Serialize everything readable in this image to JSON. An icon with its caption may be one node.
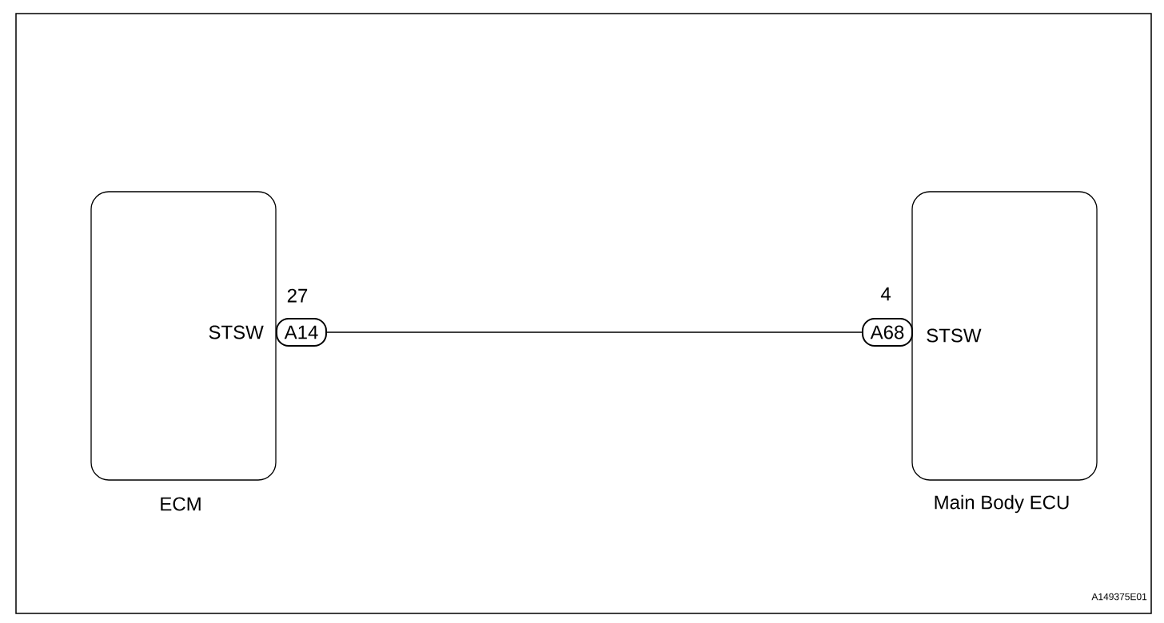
{
  "diagram": {
    "nodes": [
      {
        "text": [
          "STSW"
        ],
        "beside": [
          "ECM"
        ]
      },
      {
        "text": [
          "A14"
        ],
        "beside": [
          "27"
        ]
      },
      {
        "text": [
          "A68"
        ],
        "beside": [
          "4"
        ]
      },
      {
        "text": [
          "STSW"
        ],
        "beside": [
          "Main Body ECU"
        ]
      }
    ],
    "edges": [
      {
        "from": 1,
        "to": 2,
        "arrow": "none"
      }
    ],
    "labels": [
      "A149375E01"
    ]
  }
}
